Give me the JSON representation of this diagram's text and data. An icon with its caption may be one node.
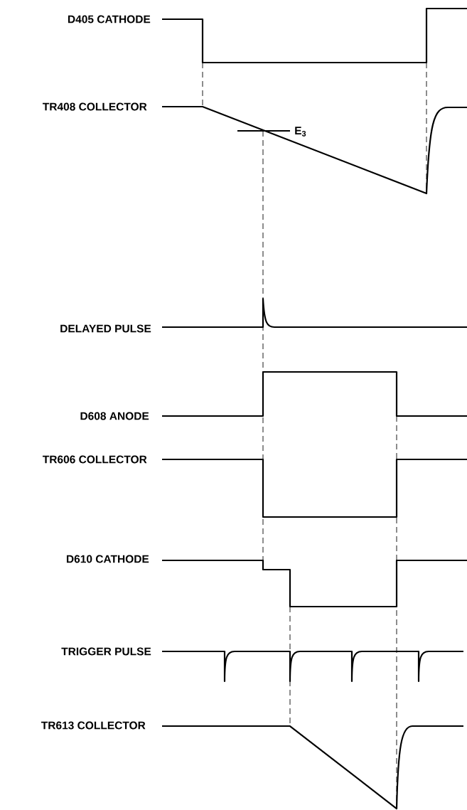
{
  "diagram": {
    "labels": [
      "D405 CATHODE",
      "TR408 COLLECTOR",
      "E$_{3}$",
      "DELAYED PULSE",
      "D608 ANODE",
      "TR606 COLLECTOR",
      "D610 CATHODE",
      "TRIGGER PULSE",
      "TR613 COLLECTOR"
    ]
  }
}
